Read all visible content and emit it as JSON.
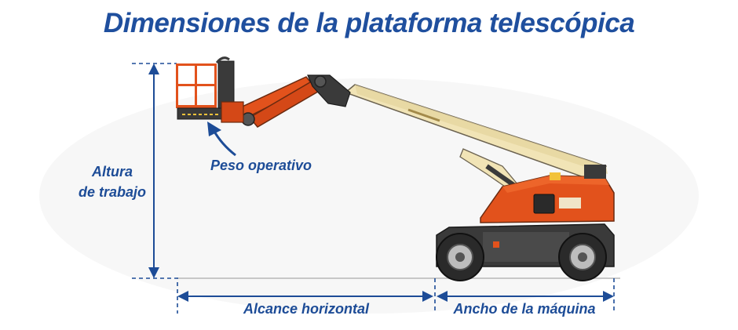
{
  "title": "Dimensiones de la plataforma telescópica",
  "labels": {
    "height_line1": "Altura",
    "height_line2": "de trabajo",
    "weight": "Peso operativo",
    "reach": "Alcance horizontal",
    "width": "Ancho de la máquina"
  },
  "colors": {
    "title_blue": "#1f4f9e",
    "label_blue": "#1d4c97",
    "machine_orange": "#e2521c",
    "boom_cream": "#f1e4b6",
    "dark_metal": "#3a3a3a"
  }
}
